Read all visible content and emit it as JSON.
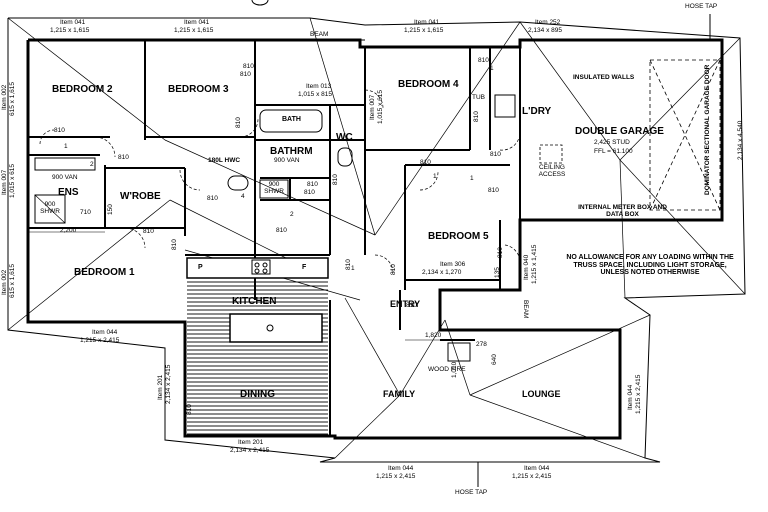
{
  "plan": {
    "rooms": {
      "bedroom2": "BEDROOM 2",
      "bedroom3": "BEDROOM 3",
      "bedroom4": "BEDROOM 4",
      "bedroom1": "BEDROOM 1",
      "bedroom5": "BEDROOM 5",
      "bath": "BATH",
      "wc": "WC",
      "bathrm": "BATHRM",
      "ens": "ENS",
      "wrobe": "W'ROBE",
      "ldry": "L'DRY",
      "double_garage": "DOUBLE GARAGE",
      "kitchen": "KITCHEN",
      "dining": "DINING",
      "family": "FAMILY",
      "lounge": "LOUNGE",
      "entry": "ENTRY"
    },
    "labels": {
      "hose_tap_top": "HOSE TAP",
      "hose_tap_bottom": "HOSE TAP",
      "beam_top": "BEAM",
      "beam_side": "BEAM",
      "insulated_walls": "INSULATED WALLS",
      "tub": "TUB",
      "van_900_bath": "900 VAN",
      "van_900_ens": "900 VAN",
      "hwc": "180L HWC",
      "shwr_900_bath": "900 SHWR",
      "shwr_900_ens": "900 SHWR",
      "stud": "2,425 STUD",
      "ffl": "FFL = 61.100",
      "ceiling_access": "CEILING ACCESS",
      "meter_box": "INTERNAL METER BOX AND DATA BOX",
      "garage_door": "DOMINATOR SECTIONAL GARAGE DOOR",
      "wood_fire": "WOOD FIRE",
      "dim_2200": "2,200",
      "dim_1820": "1,820",
      "dim_278": "278",
      "dim_1010": "1,010",
      "dim_640": "640",
      "dim_135": "135",
      "dim_150": "150",
      "dim_710": "710",
      "pantry": "P",
      "fridge": "F",
      "truss_note": "NO ALLOWANCE FOR ANY LOADING WITHIN THE TRUSS SPACE, INCLUDING LIGHT STORAGE, UNLESS NOTED OTHERWISE"
    },
    "items": {
      "i041a_name": "Item 041",
      "i041a_size": "1,215 x 1,615",
      "i041b_name": "Item 041",
      "i041b_size": "1,215 x 1,615",
      "i041c_name": "Item 041",
      "i041c_size": "1,215 x 1,615",
      "i252_name": "Item 252",
      "i252_size": "2,134 x 895",
      "i013_name": "Item 013",
      "i013_size": "1,015 x 815",
      "i002a_name": "Item 002",
      "i002a_size": "615 x 1,615",
      "i007a_name": "Item 007",
      "i007a_size": "1,015 x 615",
      "i002b_name": "Item 002",
      "i002b_size": "615 x 1,615",
      "i007b_name": "Item 007",
      "i007b_size": "1,015 x 615",
      "i306_name": "Item 306",
      "i306_size": "2,134 x 1,270",
      "i040_name": "Item 040",
      "i040_size": "1,215 x 1,415",
      "i044a_name": "Item 044",
      "i044a_size": "1,215 x 2,415",
      "i201a_name": "Item 201",
      "i201a_size": "2,134 x 2,415",
      "i201b_name": "Item 201",
      "i201b_size": "2,134 x 2,415",
      "i044b_name": "Item 044",
      "i044b_size": "1,215 x 2,415",
      "i044c_name": "Item 044",
      "i044c_size": "1,215 x 2,415",
      "i044d_name": "Item 044",
      "i044d_size": "1,215 x 2,415",
      "garage_size": "2,134 x 4,540"
    },
    "door_widths": {
      "d1": "810",
      "d2": "810",
      "d3": "810",
      "d4": "810",
      "d5": "810",
      "d6": "810",
      "d7": "810",
      "d8": "810",
      "d9": "810",
      "d10": "810",
      "d11": "810",
      "d12": "810",
      "d13": "810",
      "d14": "810",
      "d15": "810",
      "d16": "810",
      "d17": "810",
      "d18": "810",
      "d19": "810",
      "d20": "810",
      "d21": "810",
      "d22": "810"
    },
    "cupboards": {
      "c1": "1",
      "c2": "2",
      "c3": "4",
      "c4": "1",
      "c5": "1",
      "c6": "2",
      "c7": "1",
      "c8": "1"
    }
  }
}
